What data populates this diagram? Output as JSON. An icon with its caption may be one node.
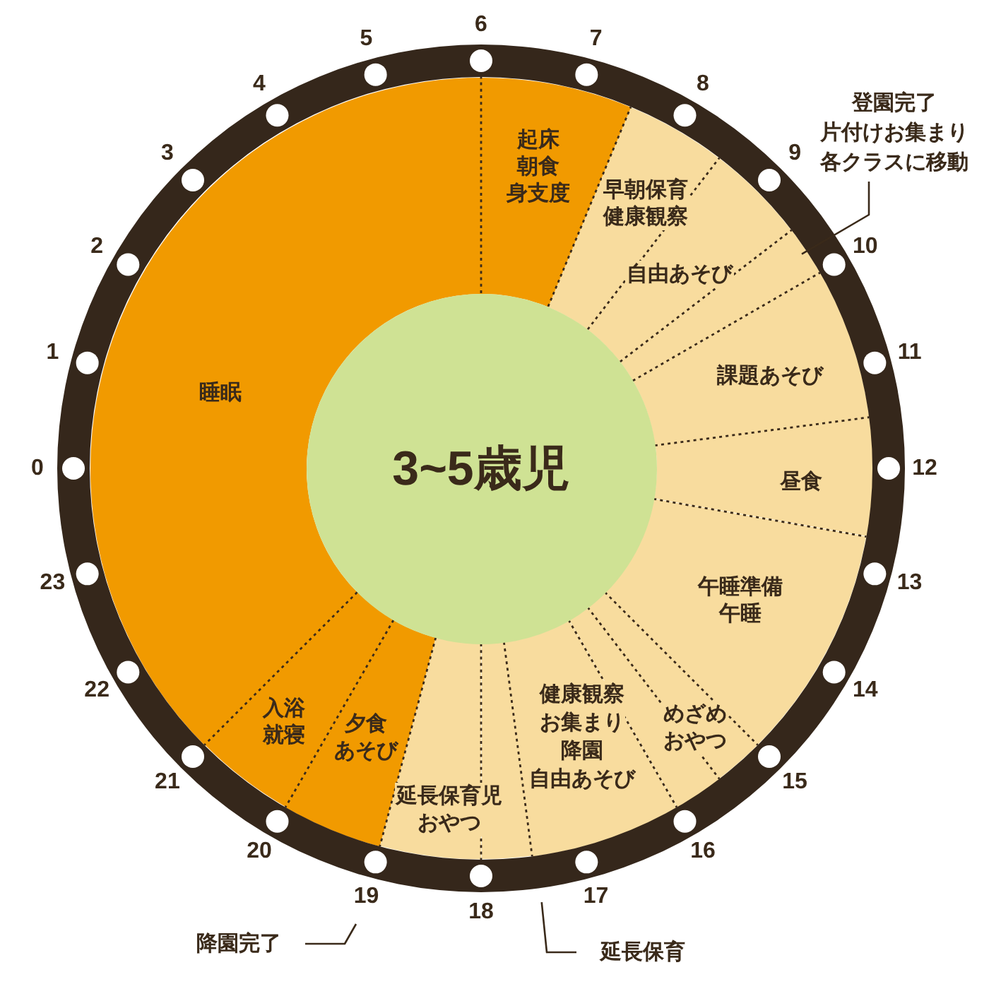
{
  "diagram": {
    "nodes": [
      {
        "text": [
          "3~5歳児"
        ]
      },
      {
        "text": [
          "睡眠"
        ]
      },
      {
        "text": [
          "起床",
          "朝食",
          "身支度"
        ]
      },
      {
        "text": [
          "早朝保育",
          "健康観察"
        ]
      },
      {
        "text": [
          "自由あそび"
        ]
      },
      {
        "text": [],
        "shape": "wedge"
      },
      {
        "text": [
          "課題あそび"
        ]
      },
      {
        "text": [
          "昼食"
        ]
      },
      {
        "text": [
          "午睡準備",
          "午睡"
        ]
      },
      {
        "text": [
          "めざめ",
          "おやつ"
        ]
      },
      {
        "text": [],
        "shape": "wedge"
      },
      {
        "text": [
          "健康観察",
          "お集まり",
          "降園",
          "自由あそび"
        ]
      },
      {
        "text": [],
        "shape": "wedge"
      },
      {
        "text": [
          "延長保育児",
          "おやつ"
        ]
      },
      {
        "text": [
          "夕食",
          "あそび"
        ]
      },
      {
        "text": [
          "入浴",
          "就寝"
        ]
      },
      {
        "text": [
          "登園完了",
          "片付けお集まり",
          "各クラスに移動"
        ]
      },
      {
        "text": [
          "延長保育"
        ]
      },
      {
        "text": [
          "降園完了"
        ]
      }
    ],
    "edges": [
      {
        "from": 16,
        "to": 5,
        "arrow": "none"
      },
      {
        "from": 17,
        "to": null,
        "arrow": "none"
      },
      {
        "from": 18,
        "to": null,
        "arrow": "none"
      }
    ],
    "labels": [
      "0",
      "1",
      "2",
      "3",
      "4",
      "5",
      "6",
      "7",
      "8",
      "9",
      "10",
      "11",
      "12",
      "13",
      "14",
      "15",
      "16",
      "17",
      "18",
      "19",
      "20",
      "21",
      "22",
      "23"
    ]
  }
}
